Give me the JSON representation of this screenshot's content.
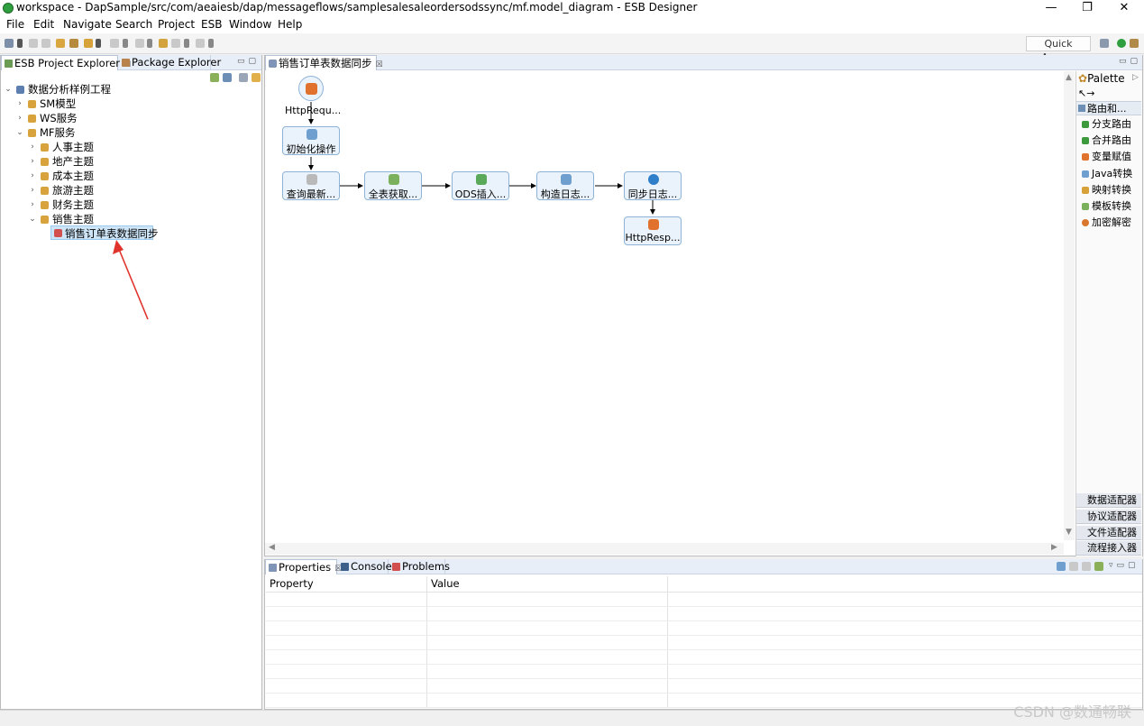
{
  "window": {
    "title": "workspace - DapSample/src/com/aeaiesb/dap/messageflows/samplesalesaleordersodssync/mf.model_diagram - ESB Designer",
    "minimize": "—",
    "maximize": "❐",
    "close": "✕"
  },
  "menu": [
    "File",
    "Edit",
    "Navigate",
    "Search",
    "Project",
    "ESB",
    "Window",
    "Help"
  ],
  "quick_access": "Quick Access",
  "left_panel": {
    "tabs": [
      {
        "label": "ESB Project Explorer",
        "close": "☒"
      },
      {
        "label": "Package Explorer",
        "close": ""
      }
    ],
    "tree": [
      {
        "label": "数据分析样例工程",
        "arrow": "⌄"
      },
      {
        "label": "SM模型",
        "arrow": "›"
      },
      {
        "label": "WS服务",
        "arrow": "›"
      },
      {
        "label": "MF服务",
        "arrow": "⌄"
      },
      {
        "label": "人事主题",
        "arrow": "›"
      },
      {
        "label": "地产主题",
        "arrow": "›"
      },
      {
        "label": "成本主题",
        "arrow": "›"
      },
      {
        "label": "旅游主题",
        "arrow": "›"
      },
      {
        "label": "财务主题",
        "arrow": "›"
      },
      {
        "label": "销售主题",
        "arrow": "⌄"
      },
      {
        "label": "销售订单表数据同步",
        "arrow": ""
      }
    ]
  },
  "editor": {
    "tab_label": "销售订单表数据同步",
    "tab_close": "☒",
    "nodes": {
      "start": "HttpRequ...",
      "init": "初始化操作",
      "query": "查询最新...",
      "fetch": "全表获取...",
      "ods": "ODS插入...",
      "buildlog": "构造日志...",
      "synclog": "同步日志...",
      "response": "HttpResp..."
    }
  },
  "palette": {
    "title": "Palette",
    "group": "路由和...",
    "items": [
      "分支路由",
      "合并路由",
      "变量赋值",
      "Java转换",
      "映射转换",
      "模板转换",
      "加密解密"
    ],
    "drawers": [
      "数据适配器",
      "协议适配器",
      "文件适配器",
      "流程接入器"
    ]
  },
  "bottom_panel": {
    "tabs": [
      {
        "label": "Properties",
        "close": "☒"
      },
      {
        "label": "Console",
        "close": ""
      },
      {
        "label": "Problems",
        "close": ""
      }
    ],
    "columns": [
      "Property",
      "Value"
    ]
  },
  "watermark": "CSDN @数通畅联"
}
